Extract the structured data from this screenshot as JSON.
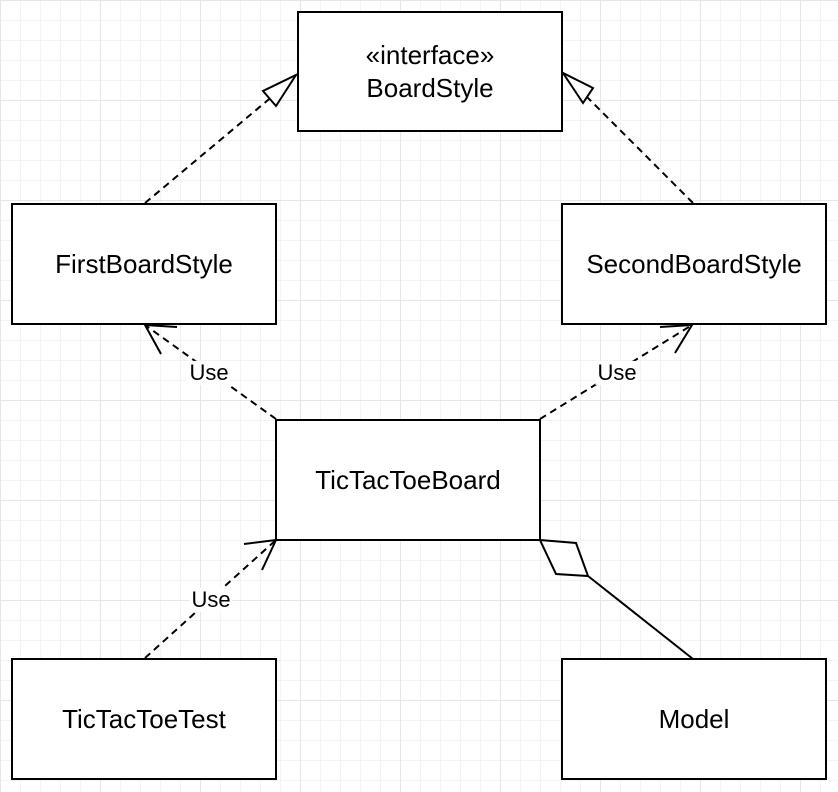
{
  "diagram": {
    "stroke_color": "#000000",
    "background_color": "#ffffff",
    "nodes": {
      "board_style": {
        "stereotype": "«interface»",
        "name": "BoardStyle"
      },
      "first_board_style": {
        "name": "FirstBoardStyle"
      },
      "second_board_style": {
        "name": "SecondBoardStyle"
      },
      "tictactoe_board": {
        "name": "TicTacToeBoard"
      },
      "tictactoe_test": {
        "name": "TicTacToeTest"
      },
      "model": {
        "name": "Model"
      }
    },
    "edges": [
      {
        "from": "FirstBoardStyle",
        "to": "BoardStyle",
        "kind": "realization"
      },
      {
        "from": "SecondBoardStyle",
        "to": "BoardStyle",
        "kind": "realization"
      },
      {
        "from": "TicTacToeBoard",
        "to": "FirstBoardStyle",
        "kind": "dependency",
        "label": "Use"
      },
      {
        "from": "TicTacToeBoard",
        "to": "SecondBoardStyle",
        "kind": "dependency",
        "label": "Use"
      },
      {
        "from": "TicTacToeTest",
        "to": "TicTacToeBoard",
        "kind": "dependency",
        "label": "Use"
      },
      {
        "from": "Model",
        "to": "TicTacToeBoard",
        "kind": "aggregation"
      }
    ]
  }
}
